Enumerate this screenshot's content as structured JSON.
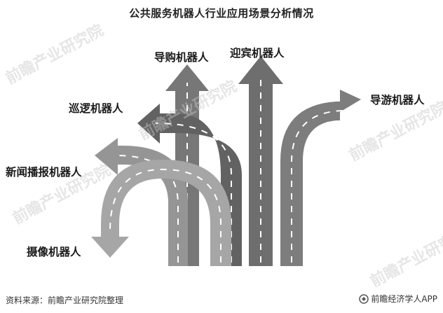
{
  "title": "公共服务机器人行业应用场景分析情况",
  "labels": {
    "guide_shopping": "导购机器人",
    "reception": "迎宾机器人",
    "patrol": "巡逻机器人",
    "tour_guide": "导游机器人",
    "news_anchor": "新闻播报机器人",
    "camera": "摄像机器人"
  },
  "footer": {
    "source": "资料来源：前瞻产业研究院整理",
    "brand": "前瞻经济学人APP"
  },
  "watermark": "前瞻产业研究院",
  "colors": {
    "road_dark": "#6b6b6b",
    "road_mid": "#8a8a8a",
    "road_light": "#a8a8a8",
    "dash": "#ffffff"
  }
}
